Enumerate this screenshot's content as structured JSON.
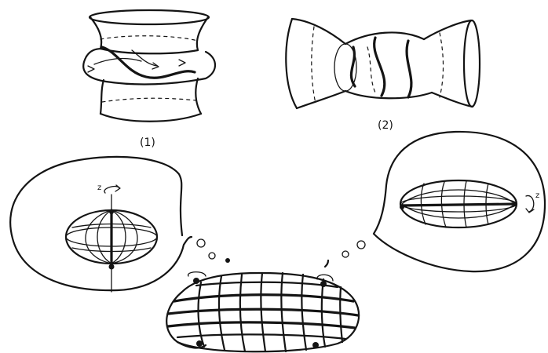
{
  "figure": {
    "label_1": "(1)",
    "label_2": "(2)",
    "rotation_label_left": "z",
    "rotation_label_right": "z"
  }
}
